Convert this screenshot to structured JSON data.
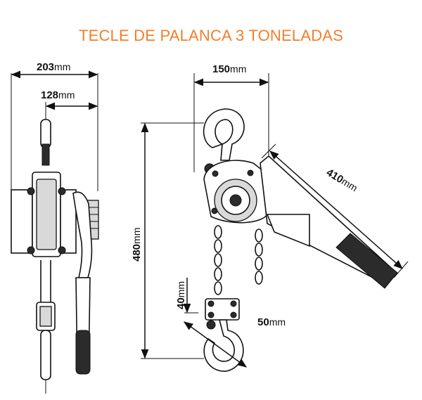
{
  "title": "TECLE DE PALANCA 3 TONELADAS",
  "colors": {
    "title": "#f07f2a",
    "line": "#111111",
    "fill": "#d9d9d9"
  },
  "dimensions": {
    "width_total": {
      "value": "203",
      "unit": "mm"
    },
    "width_inner": {
      "value": "128",
      "unit": "mm"
    },
    "body_width": {
      "value": "150",
      "unit": "mm"
    },
    "height": {
      "value": "480",
      "unit": "mm"
    },
    "lever_length": {
      "value": "410",
      "unit": "mm"
    },
    "hook_opening": {
      "value": "40",
      "unit": "mm"
    },
    "hook_throat": {
      "value": "50",
      "unit": "mm"
    }
  }
}
